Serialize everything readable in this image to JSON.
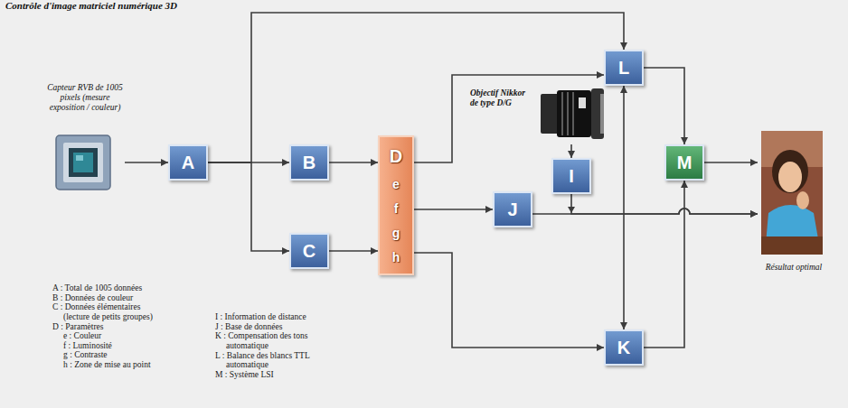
{
  "diagram": {
    "title": "Contrôle d'image matriciel numérique 3D",
    "nodes": [
      {
        "text": [
          "Capteur RVB de 1005 pixels (mesure exposition / couleur)"
        ]
      },
      {
        "text": [
          "A"
        ]
      },
      {
        "text": [
          "B"
        ]
      },
      {
        "text": [
          "C"
        ]
      },
      {
        "text": [
          "D",
          "e",
          "f",
          "g",
          "h"
        ]
      },
      {
        "text": [
          "Objectif Nikkor de type D/G"
        ]
      },
      {
        "text": [
          "L"
        ]
      },
      {
        "text": [
          "I"
        ]
      },
      {
        "text": [
          "J"
        ]
      },
      {
        "text": [
          "M"
        ]
      },
      {
        "text": [
          "K"
        ]
      },
      {
        "text": [
          "Résultat optimal"
        ]
      }
    ],
    "edges": [
      {
        "from": 0,
        "to": 1,
        "arrow": "to"
      },
      {
        "from": 1,
        "to": 2,
        "arrow": "to"
      },
      {
        "from": 1,
        "to": 3,
        "arrow": "to"
      },
      {
        "from": 1,
        "to": 6,
        "arrow": "to"
      },
      {
        "from": 2,
        "to": 4,
        "arrow": "to"
      },
      {
        "from": 3,
        "to": 4,
        "arrow": "to"
      },
      {
        "from": 4,
        "to": 6,
        "arrow": "to"
      },
      {
        "from": 4,
        "to": 8,
        "arrow": "to"
      },
      {
        "from": 4,
        "to": 10,
        "arrow": "to"
      },
      {
        "from": 5,
        "to": 7,
        "arrow": "to"
      },
      {
        "from": 7,
        "to": 11,
        "arrow": "to"
      },
      {
        "from": 8,
        "to": 11,
        "arrow": "to"
      },
      {
        "from": 6,
        "to": 10,
        "arrow": "both"
      },
      {
        "from": 6,
        "to": 9,
        "arrow": "to"
      },
      {
        "from": 10,
        "to": 9,
        "arrow": "to"
      },
      {
        "from": 9,
        "to": 11,
        "arrow": "to"
      }
    ],
    "labels": [
      "A : Total de 1005 données",
      "B : Données de couleur",
      "C : Données élémentaires (lecture de petits groupes)",
      "D : Paramètres",
      "e : Couleur",
      "f : Luminosité",
      "g : Contraste",
      "h : Zone de mise au point",
      "I : Information de distance",
      "J : Base de données",
      "K : Compensation des tons automatique",
      "L : Balance des blancs TTL automatique",
      "M : Système LSI"
    ]
  }
}
